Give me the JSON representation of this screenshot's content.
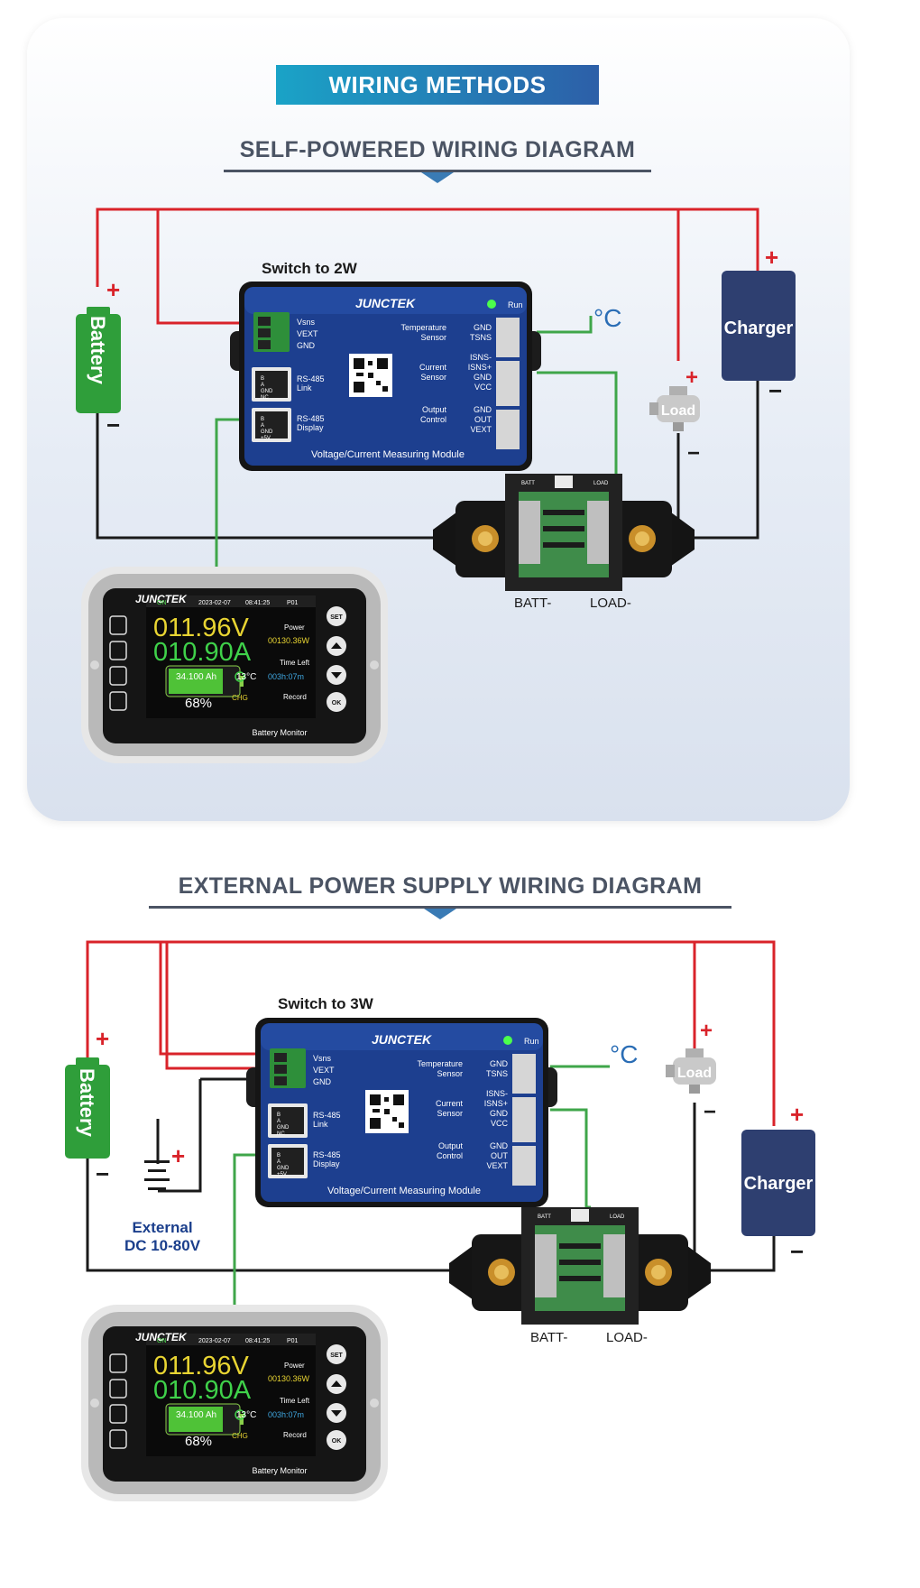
{
  "banner": {
    "title": "WIRING METHODS"
  },
  "diagram1": {
    "title": "SELF-POWERED WIRING DIAGRAM",
    "switch_label": "Switch to 2W",
    "battery_label": "Battery",
    "charger_label": "Charger",
    "load_label": "Load",
    "temp_symbol": "°C",
    "batt_minus": "BATT-",
    "load_minus": "LOAD-"
  },
  "diagram2": {
    "title": "EXTERNAL POWER SUPPLY WIRING DIAGRAM",
    "switch_label": "Switch to 3W",
    "battery_label": "Battery",
    "charger_label": "Charger",
    "load_label": "Load",
    "temp_symbol": "°C",
    "batt_minus": "BATT-",
    "load_minus": "LOAD-",
    "external_line1": "External",
    "external_line2": "DC 10-80V"
  },
  "signs": {
    "plus": "+",
    "minus": "−"
  },
  "module": {
    "brand": "JUNCTEK",
    "run_label": "Run",
    "left_pins": [
      "Vsns",
      "VEXT",
      "GND"
    ],
    "link_port": [
      "B",
      "A",
      "GND",
      "NC"
    ],
    "link_label": [
      "RS-485",
      "Link"
    ],
    "display_port": [
      "B",
      "A",
      "GND",
      "+5V"
    ],
    "display_label": [
      "RS-485",
      "Display"
    ],
    "temp_group": [
      "Temperature",
      "Sensor"
    ],
    "temp_pins": [
      "GND",
      "TSNS"
    ],
    "current_group": [
      "Current",
      "Sensor"
    ],
    "current_pins": [
      "ISNS-",
      "ISNS+",
      "GND",
      "VCC"
    ],
    "output_group": [
      "Output",
      "Control"
    ],
    "output_pins": [
      "GND",
      "OUT",
      "VEXT"
    ],
    "footer": "Voltage/Current Measuring Module"
  },
  "shunt": {
    "left_label": "BATT",
    "right_label": "LOAD"
  },
  "monitor": {
    "brand": "JUNCTEK",
    "on_badge": "ON",
    "date": "2023-02-07",
    "time": "08:41:25",
    "page": "P01",
    "voltage": "011.96V",
    "current": "010.90A",
    "capacity": "34.100 Ah",
    "temperature": "13°C",
    "soc": "68%",
    "charge": "CHG",
    "power_label": "Power",
    "power_value": "00130.36W",
    "time_left_label": "Time Left",
    "time_left_value": "003h:07m",
    "record_label": "Record",
    "footer": "Battery Monitor",
    "buttons": [
      "SET",
      "OK"
    ]
  },
  "colors": {
    "wire_red": "#d9232a",
    "wire_black": "#1a1a1a",
    "wire_green": "#3fa64a",
    "battery_green": "#2f9e3a",
    "charger_navy": "#2e3f70",
    "module_blue": "#1d3f8f",
    "banner_start": "#1aa3c7",
    "banner_end": "#2d5fa8"
  }
}
